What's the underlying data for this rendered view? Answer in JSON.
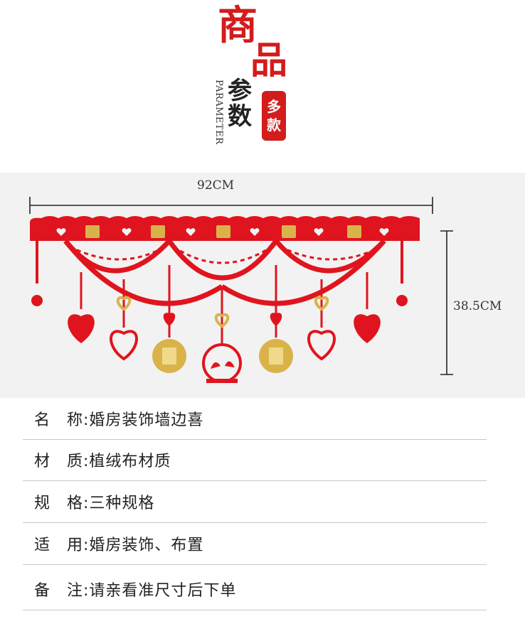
{
  "header": {
    "title_line1": "商",
    "title_line2": "品",
    "subtitle_cn": "参数",
    "subtitle_en": "PARAMETER",
    "badge": "多款"
  },
  "product": {
    "width_label": "92CM",
    "height_label": "38.5CM",
    "colors": {
      "felt_red": "#e0141e",
      "gold": "#d9b34a",
      "background": "#f2f2f2"
    }
  },
  "specs": [
    {
      "label": "名　称:",
      "value": "婚房装饰墙边喜"
    },
    {
      "label": "材　质:",
      "value": "植绒布材质"
    },
    {
      "label": "规　格:",
      "value": "三种规格"
    },
    {
      "label": "适　用:",
      "value": "婚房装饰、布置"
    },
    {
      "label": "备　注:",
      "value": "请亲看准尺寸后下单"
    }
  ]
}
